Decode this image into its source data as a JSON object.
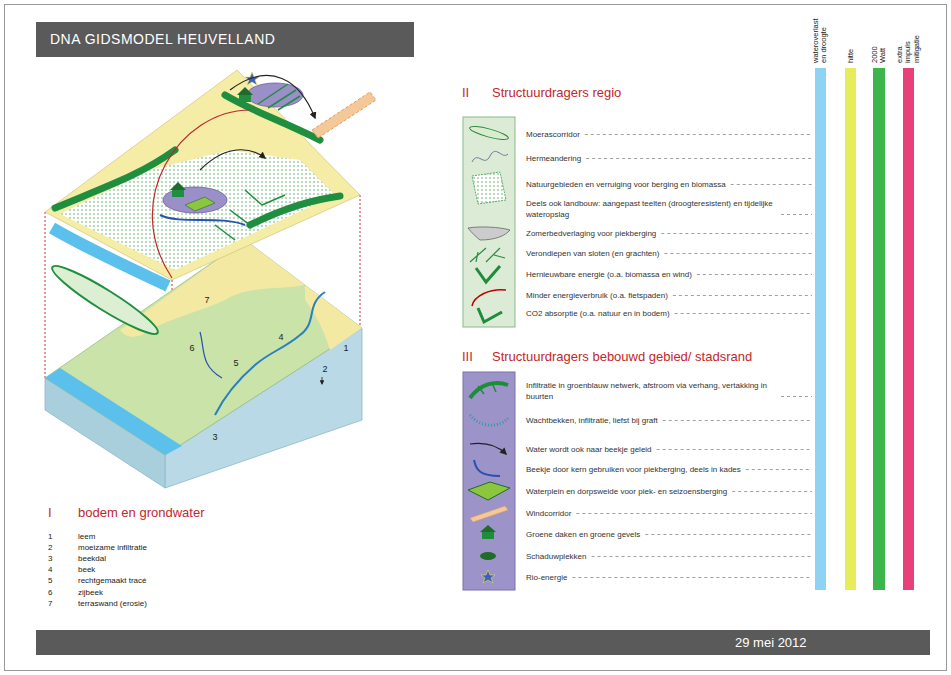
{
  "diagram": {
    "title": "DNA GIDSMODEL HEUVELLAND",
    "nodes": [
      {
        "text": [
          "wateroverlast en droogte"
        ]
      },
      {
        "text": [
          "hitte"
        ]
      },
      {
        "text": [
          "2000 Watt"
        ]
      },
      {
        "text": [
          "extra impuls mitigatie"
        ]
      },
      {
        "text": [
          "29 mei 2012"
        ]
      }
    ],
    "labels": [
      "II",
      "Structuurdragers regio",
      "Moerascorridor",
      "Hermeandering",
      "Natuurgebieden en verruiging voor berging en biomassa",
      "Deels ook landbouw: aangepast teelten (droogteresistent) en tijdelijke wateropslag",
      "Zomerbedverlaging voor piekberging",
      "Verondiepen van sloten (en grachten)",
      "Hernieuwbare energie (o.a. biomassa en wind)",
      "Minder energieverbruik (o.a. fietspaden)",
      "CO2 absorptie (o.a. natuur en in bodem)",
      "III",
      "Structuurdragers bebouwd gebied/ stadsrand",
      "Infiltratie in groenblauw netwerk, afstroom via verhang, vertakking in buurten",
      "Wachtbekken, infiltratie, liefst bij graft",
      "Water wordt ook naar beekje geleid",
      "Beekje door kern gebruiken voor piekberging, deels in kades",
      "Waterplein en dorpsweide voor piek- en seizoensberging",
      "Windcorridor",
      "Groene daken en groene gevels",
      "Schaduwplekken",
      "Rio-energie",
      "I",
      "bodem en grondwater",
      "1",
      "leem",
      "2",
      "moeizame infiltratie",
      "3",
      "beekdal",
      "4",
      "beek",
      "5",
      "rechtgemaakt tracé",
      "6",
      "zijbeek",
      "7",
      "terraswand (erosie)",
      "7",
      "6",
      "4",
      "5",
      "1",
      "2",
      "3"
    ]
  }
}
